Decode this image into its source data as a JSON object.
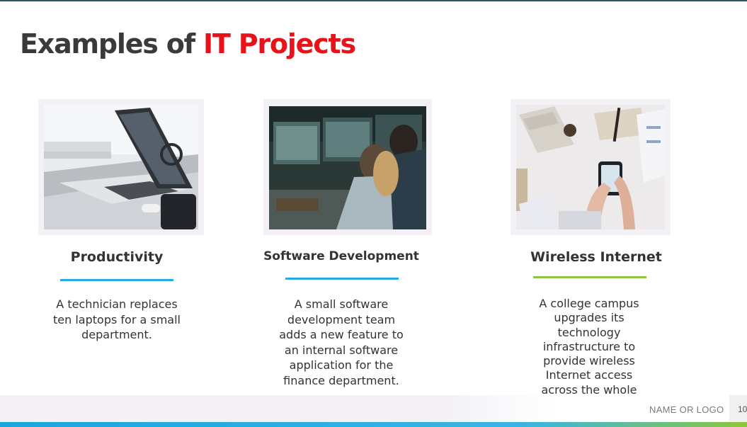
{
  "slide": {
    "title_part1": "Examples of ",
    "title_part2": "IT Projects",
    "title_colors": {
      "main": "#3a3a3a",
      "accent": "#e8121a"
    }
  },
  "cards": [
    {
      "heading": "Productivity",
      "description": "A technician replaces ten laptops for a small department.",
      "rule_color": "#29abe2",
      "photo": "laptop-photo"
    },
    {
      "heading": "Software Development",
      "description": "A small software development team adds a new feature to an internal software application for the finance department.",
      "rule_color": "#29abe2",
      "photo": "developers-photo"
    },
    {
      "heading": "Wireless Internet",
      "description": "A college campus upgrades its technology infrastructure to provide wireless Internet access across the whole campus.",
      "rule_color": "#8cc63f",
      "photo": "phone-desk-photo"
    }
  ],
  "footer": {
    "logo_text": "NAME OR LOGO",
    "page_number": "10"
  }
}
